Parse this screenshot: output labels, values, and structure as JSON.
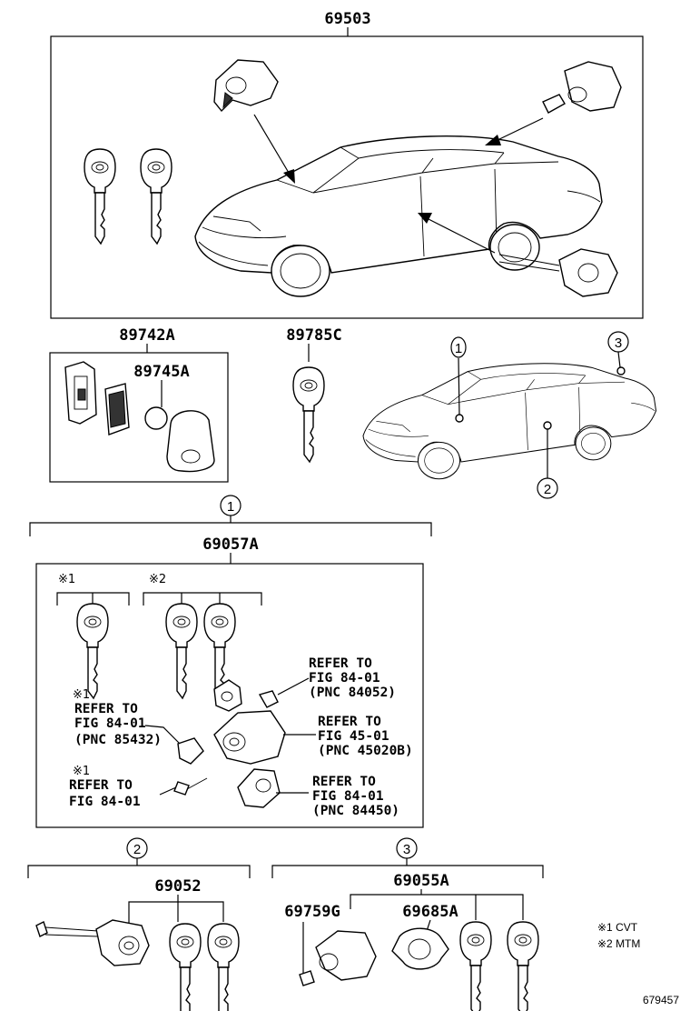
{
  "parts": {
    "p69503": "69503",
    "p89742A": "89742A",
    "p89745A": "89745A",
    "p89785C": "89785C",
    "p69057A": "69057A",
    "p69052": "69052",
    "p69055A": "69055A",
    "p69759G": "69759G",
    "p69685A": "69685A"
  },
  "callouts": {
    "c1": "1",
    "c2": "2",
    "c3": "3"
  },
  "mark_cvt": "※1",
  "mark_mtm": "※2",
  "refs": {
    "r84052": [
      "REFER TO",
      "FIG 84-01",
      "(PNC 84052)"
    ],
    "r85432": [
      "REFER TO",
      "FIG 84-01",
      "(PNC 85432)"
    ],
    "r45020B": [
      "REFER TO",
      "FIG 45-01",
      "(PNC 45020B)"
    ],
    "r84450": [
      "REFER TO",
      "FIG 84-01",
      "(PNC 84450)"
    ],
    "rbolt": [
      "REFER TO",
      "FIG 84-01"
    ]
  },
  "legend": {
    "l1": "※1 CVT",
    "l2": "※2 MTM"
  },
  "figure_id": "679457"
}
